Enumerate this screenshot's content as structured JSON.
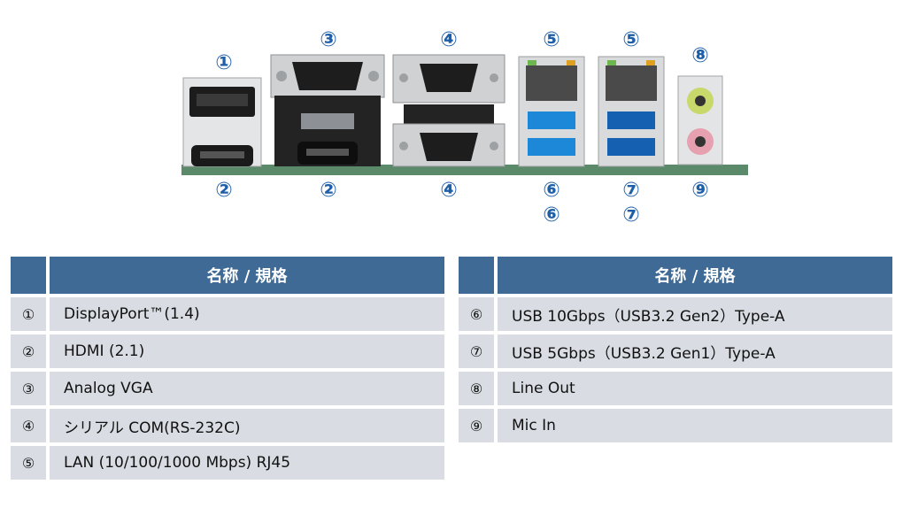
{
  "port_markers": {
    "m1_top": "①",
    "m2_left": "②",
    "m3": "③",
    "m2_mid": "②",
    "m4_top": "④",
    "m4_bottom": "④",
    "m5_a": "⑤",
    "m5_b": "⑤",
    "m6_a": "⑥",
    "m6_b": "⑥",
    "m7_a": "⑦",
    "m7_b": "⑦",
    "m8": "⑧",
    "m9": "⑨"
  },
  "table_left": {
    "header": "名称 / 規格",
    "rows": [
      {
        "index": "①",
        "label": "DisplayPort™(1.4)"
      },
      {
        "index": "②",
        "label": "HDMI (2.1)"
      },
      {
        "index": "③",
        "label": "Analog VGA"
      },
      {
        "index": "④",
        "label": "シリアル COM(RS-232C)"
      },
      {
        "index": "⑤",
        "label": "LAN (10/100/1000 Mbps) RJ45"
      }
    ]
  },
  "table_right": {
    "header": "名称 / 規格",
    "rows": [
      {
        "index": "⑥",
        "label": "USB 10Gbps（USB3.2 Gen2）Type-A"
      },
      {
        "index": "⑦",
        "label": "USB 5Gbps（USB3.2 Gen1）Type-A"
      },
      {
        "index": "⑧",
        "label": "Line Out"
      },
      {
        "index": "⑨",
        "label": "Mic In"
      }
    ]
  },
  "colors": {
    "marker": "#1f5fa8",
    "header_bg": "#3f6a95",
    "row_bg": "#d9dde3",
    "usb_blue": "#1e88d8"
  }
}
